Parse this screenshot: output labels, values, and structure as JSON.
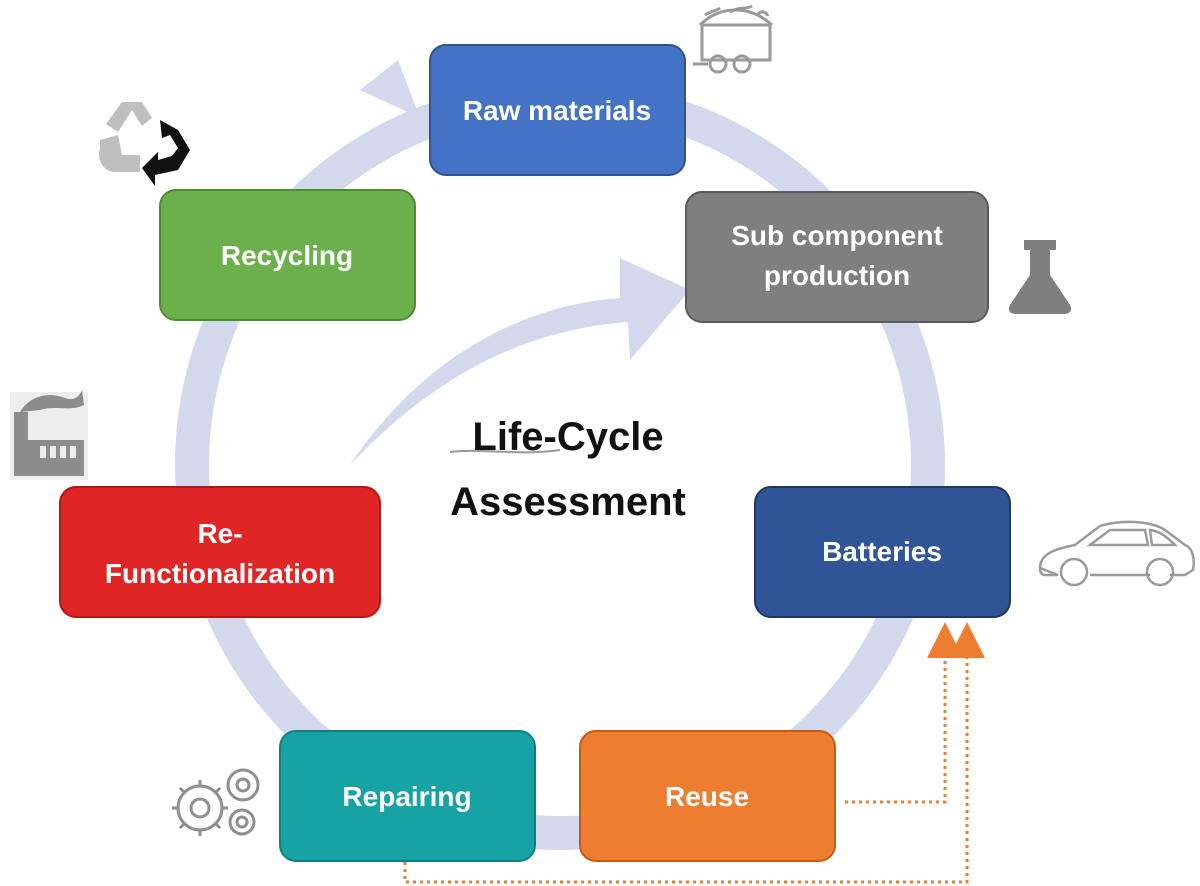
{
  "diagram": {
    "center": {
      "line1": "Life-Cycle",
      "line2": "Assessment"
    },
    "nodes": {
      "raw_materials": {
        "label": "Raw materials",
        "color": "#4472C4"
      },
      "sub_component": {
        "line1": "Sub component",
        "line2": "production",
        "color": "#7F7F7F"
      },
      "batteries": {
        "label": "Batteries",
        "color": "#2F5597"
      },
      "reuse": {
        "label": "Reuse",
        "color": "#ED7D31"
      },
      "repairing": {
        "label": "Repairing",
        "color": "#17A2A4"
      },
      "refunctionalization": {
        "line1": "Re-",
        "line2": "Functionalization",
        "color": "#E02525"
      },
      "recycling": {
        "label": "Recycling",
        "color": "#6BB04A"
      }
    },
    "icons": [
      "mine-cart-icon",
      "flask-icon",
      "car-icon",
      "gears-icon",
      "factory-icon",
      "recycle-icon"
    ],
    "colors": {
      "cycle_ring": "#D3D9EC",
      "feedback_arrow": "#ED7D31"
    }
  }
}
